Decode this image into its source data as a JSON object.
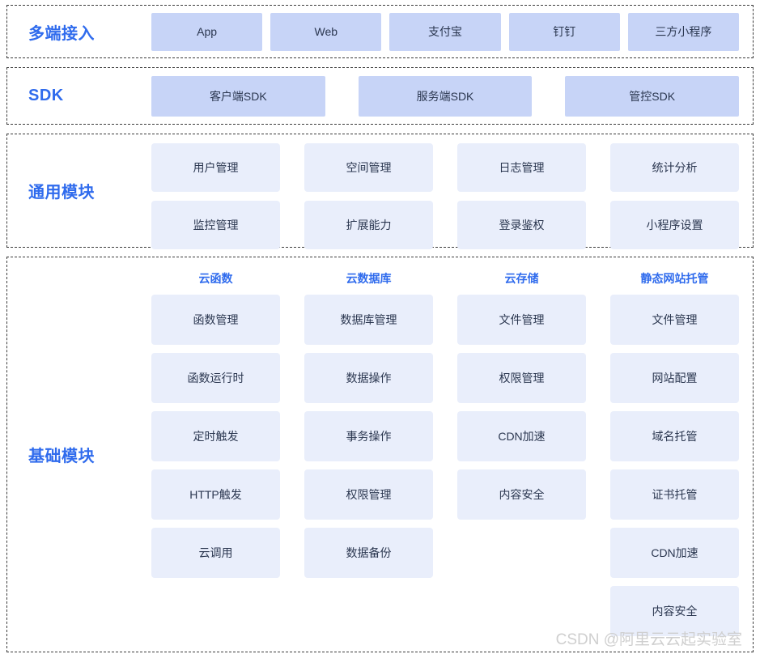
{
  "sections": [
    {
      "id": "access",
      "label": "多端接入",
      "style": "strong",
      "items": [
        "App",
        "Web",
        "支付宝",
        "钉钉",
        "三方小程序"
      ]
    },
    {
      "id": "sdk",
      "label": "SDK",
      "style": "strong",
      "items": [
        "客户端SDK",
        "服务端SDK",
        "管控SDK"
      ]
    },
    {
      "id": "common",
      "label": "通用模块",
      "style": "light",
      "items": [
        "用户管理",
        "空间管理",
        "日志管理",
        "统计分析",
        "监控管理",
        "扩展能力",
        "登录鉴权",
        "小程序设置"
      ]
    },
    {
      "id": "base",
      "label": "基础模块",
      "style": "columns",
      "columns": [
        {
          "header": "云函数",
          "items": [
            "函数管理",
            "函数运行时",
            "定时触发",
            "HTTP触发",
            "云调用"
          ]
        },
        {
          "header": "云数据库",
          "items": [
            "数据库管理",
            "数据操作",
            "事务操作",
            "权限管理",
            "数据备份"
          ]
        },
        {
          "header": "云存储",
          "items": [
            "文件管理",
            "权限管理",
            "CDN加速",
            "内容安全"
          ]
        },
        {
          "header": "静态网站托管",
          "items": [
            "文件管理",
            "网站配置",
            "域名托管",
            "证书托管",
            "CDN加速",
            "内容安全"
          ]
        }
      ]
    }
  ],
  "watermark": "CSDN @阿里云云起实验室",
  "colors": {
    "label_blue": "#2f6bed",
    "card_strong_bg": "#c7d4f7",
    "card_light_bg": "#e9eefb",
    "card_text": "#2b3750",
    "panel_border": "#3d3d3d"
  }
}
